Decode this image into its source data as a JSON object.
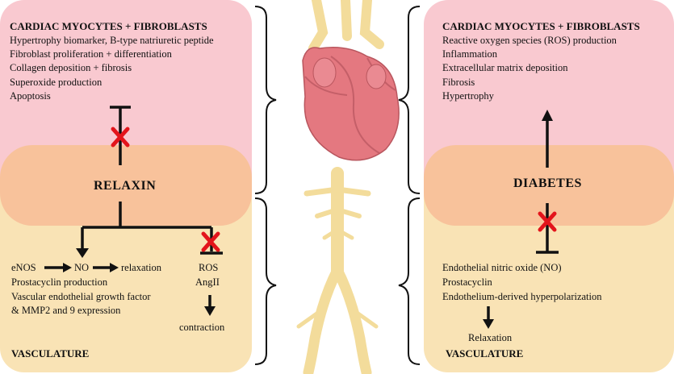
{
  "colors": {
    "pink": "#f9c9d0",
    "orange": "#f8c29b",
    "yellow": "#f9e3b5",
    "artery": "#f7e0a3",
    "heart": "#e47880"
  },
  "left": {
    "top_title": "CARDIAC MYOCYTES + FIBROBLASTS",
    "top_items": [
      "Hypertrophy biomarker, B-type natriuretic peptide",
      "Fibroblast proliferation + differentiation",
      "Collagen deposition + fibrosis",
      "Superoxide production",
      "Apoptosis"
    ],
    "center_label": "RELAXIN",
    "enos": "eNOS",
    "no": "NO",
    "relaxation": "relaxation",
    "bottom_items": [
      "Prostacyclin production",
      "Vascular endothelial growth factor",
      "& MMP2 and 9 expression"
    ],
    "ros": "ROS",
    "angii": "AngII",
    "contraction": "contraction",
    "bottom_title": "VASCULATURE"
  },
  "right": {
    "top_title": "CARDIAC MYOCYTES + FIBROBLASTS",
    "top_items": [
      "Reactive oxygen species (ROS) production",
      "Inflammation",
      "Extracellular matrix deposition",
      "Fibrosis",
      "Hypertrophy"
    ],
    "center_label": "DIABETES",
    "bottom_items": [
      "Endothelial nitric oxide (NO)",
      "Prostacyclin",
      "Endothelium-derived hyperpolarization"
    ],
    "relaxation": "Relaxation",
    "bottom_title": "VASCULATURE"
  }
}
